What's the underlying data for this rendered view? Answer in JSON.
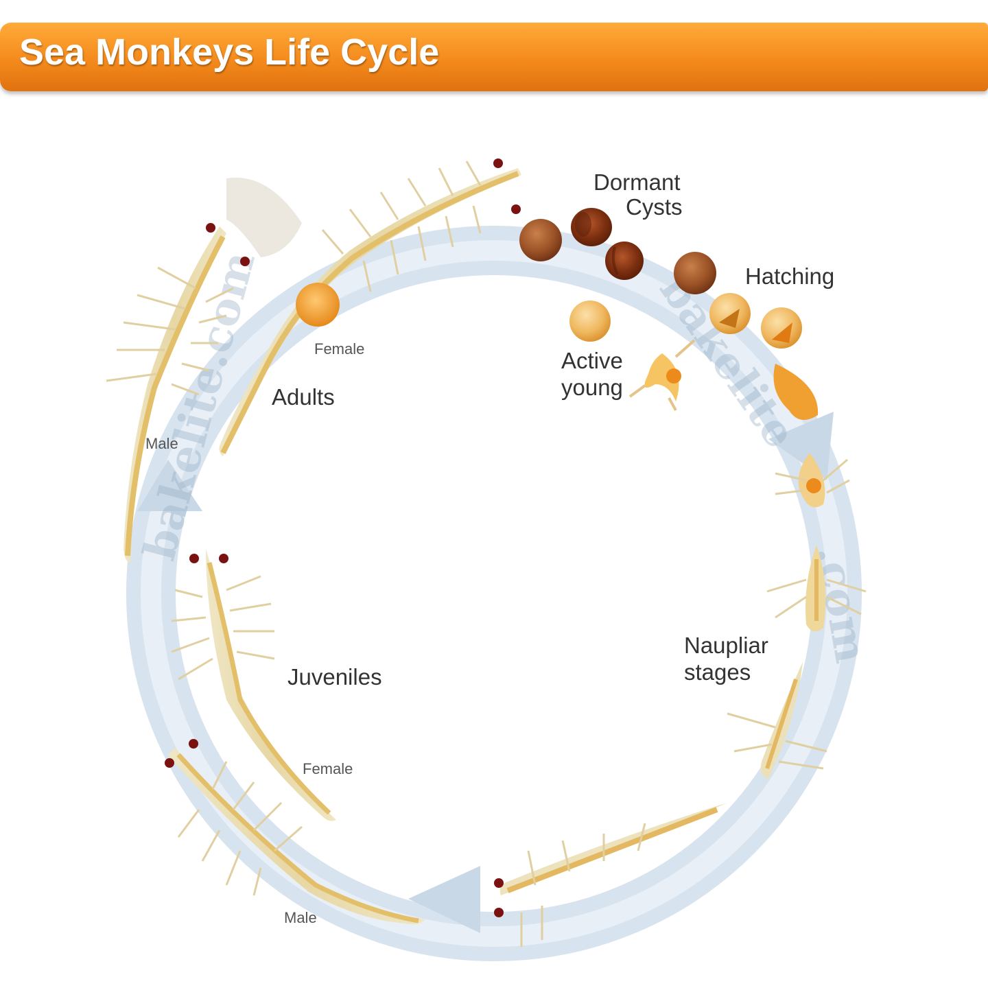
{
  "title": "Sea Monkeys Life Cycle",
  "labels": {
    "dormant_cysts_line1": "Dormant",
    "dormant_cysts_line2": "Cysts",
    "hatching": "Hatching",
    "active_young_line1": "Active",
    "active_young_line2": "young",
    "naupliar_line1": "Naupliar",
    "naupliar_line2": "stages",
    "juveniles": "Juveniles",
    "adults": "Adults",
    "adult_female": "Female",
    "adult_male": "Male",
    "juvenile_female": "Female",
    "juvenile_male": "Male"
  },
  "watermark": "bakelite.com",
  "colors": {
    "title_bar": "#f48a1c",
    "cycle_arrow": "#d3dfea",
    "creature_body": "#efe6c4",
    "creature_gut": "#e3bf6a",
    "cyst_dark": "#7a3212",
    "cyst_brown": "#a5592a",
    "hatch_orange": "#f2a638",
    "eye": "#7a1212"
  }
}
